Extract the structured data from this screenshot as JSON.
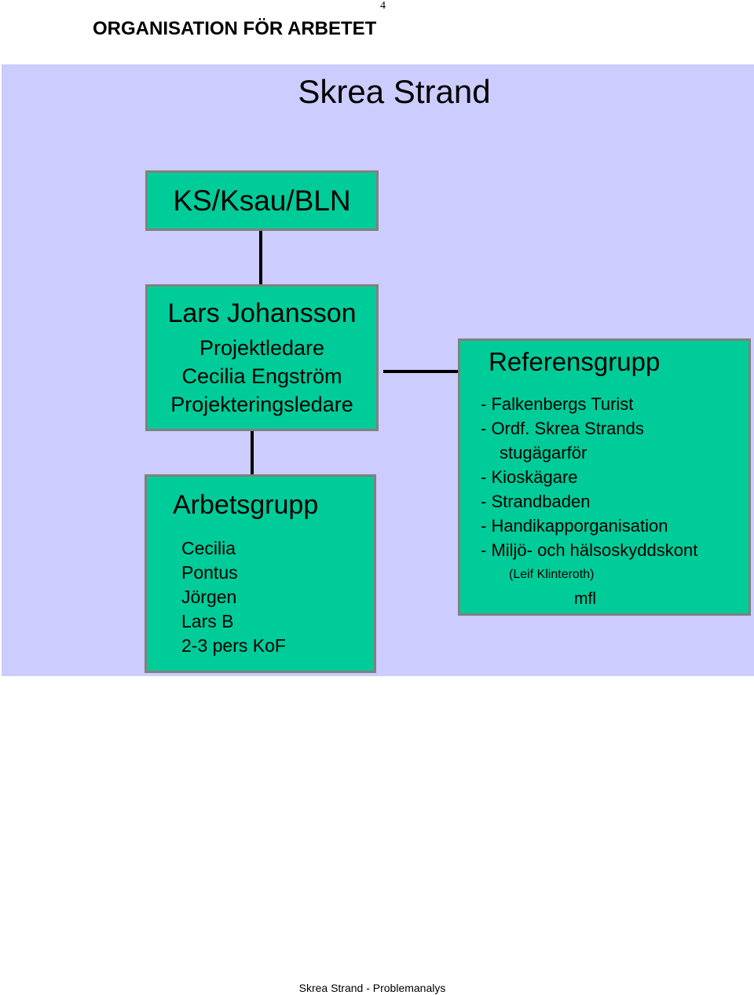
{
  "page_number": "4",
  "document_title": "ORGANISATION FÖR ARBETET",
  "diagram": {
    "title": "Skrea Strand",
    "ks_box": {
      "label": "KS/Ksau/BLN"
    },
    "lead_box": {
      "name": "Lars Johansson",
      "role1": "Projektledare",
      "name2": "Cecilia Engström",
      "role2": "Projekteringsledare"
    },
    "arbetsgrupp": {
      "heading": "Arbetsgrupp",
      "members": [
        "Cecilia",
        "Pontus",
        "Jörgen",
        "Lars B",
        "2-3 pers KoF"
      ]
    },
    "referensgrupp": {
      "heading": "Referensgrupp",
      "members": [
        "- Falkenbergs Turist",
        "- Ordf. Skrea Strands",
        "stugägarför",
        "- Kioskägare",
        "- Strandbaden",
        "- Handikapporganisation",
        "- Miljö- och hälsoskyddskont"
      ],
      "note": "(Leif Klinteroth)",
      "more": "mfl"
    }
  },
  "footer": "Skrea Strand - Problemanalys",
  "colors": {
    "diagram_background": "#ccccfe",
    "box_fill": "#00cc99",
    "box_border": "#808080",
    "connector": "#000000"
  }
}
